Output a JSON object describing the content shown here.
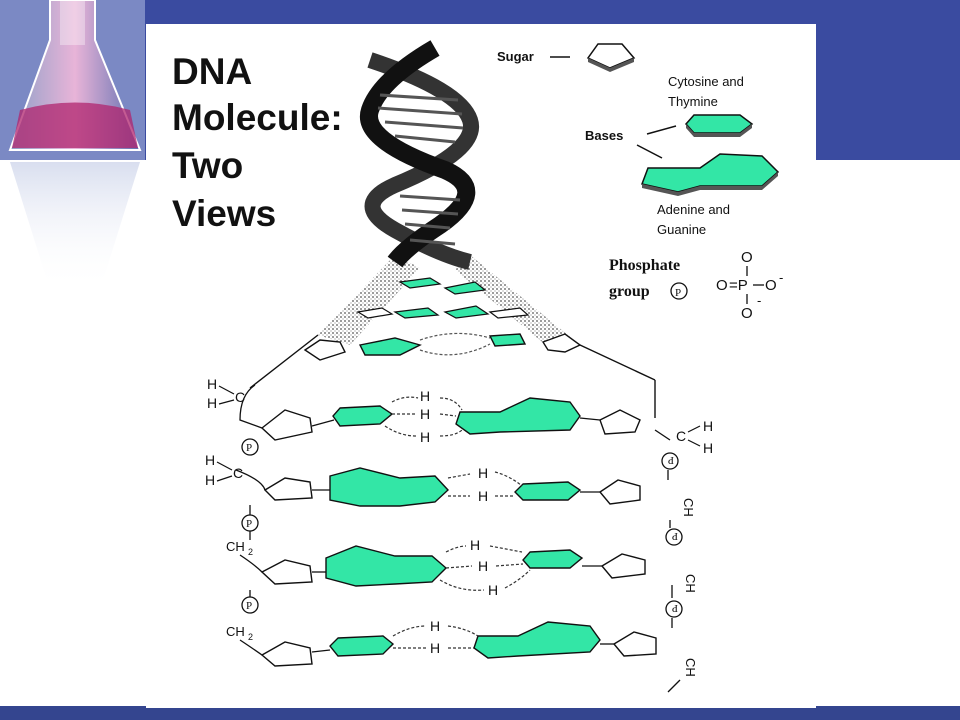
{
  "title": {
    "line1": "DNA",
    "line2": "Molecule:",
    "line3": "Two",
    "line4": "Views"
  },
  "legend": {
    "sugar": "Sugar",
    "bases": "Bases",
    "cytosine_thymine_1": "Cytosine and",
    "cytosine_thymine_2": "Thymine",
    "adenine_guanine_1": "Adenine and",
    "adenine_guanine_2": "Guanine",
    "phosphate_1": "Phosphate",
    "phosphate_2": "group",
    "phosphate_symbol": "P",
    "phosphate_formula": {
      "o_top": "O",
      "o_left": "O",
      "eq_p": "=P",
      "o_right": "O",
      "o_bottom": "O",
      "minus": "-"
    }
  },
  "structure": {
    "h": "H",
    "c": "C",
    "ch2": "CH",
    "sub2": "2",
    "p": "P"
  },
  "colors": {
    "band": "#3a4ba0",
    "base_fill": "#33e6a6",
    "ink": "#111111"
  }
}
